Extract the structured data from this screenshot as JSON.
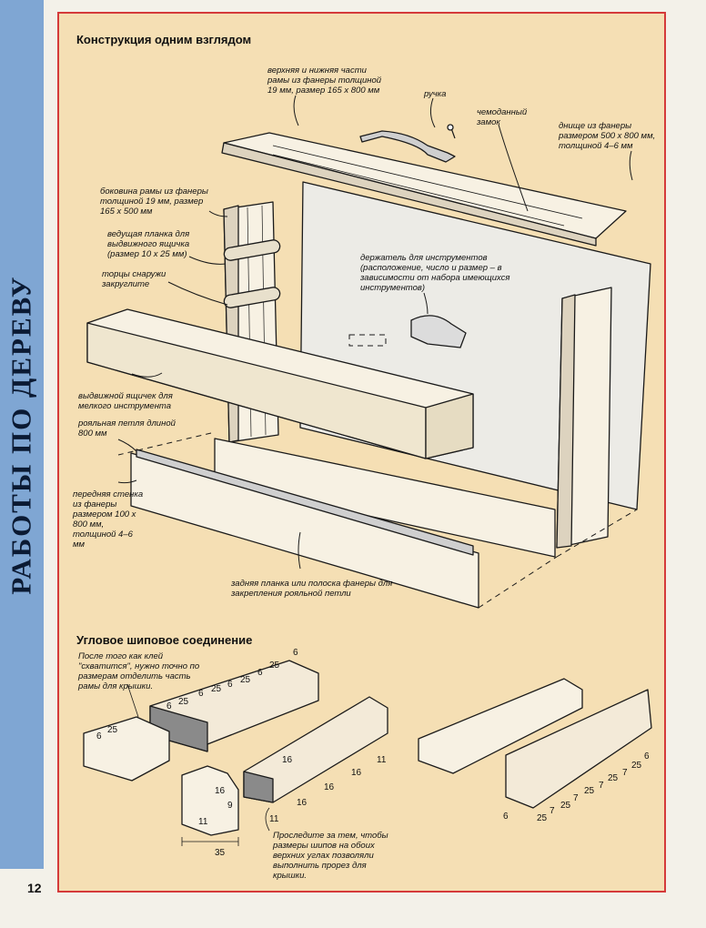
{
  "section_title": "РАБОТЫ ПО ДЕРЕВУ",
  "page_number": "12",
  "heading_main": "Конструкция одним взглядом",
  "heading_joint": "Угловое шиповое соединение",
  "labels": {
    "frame_top_bottom": "верхняя и нижняя части рамы из фанеры толщиной 19 мм, размер 165 х 800 мм",
    "handle": "ручка",
    "lock": "чемоданный замок",
    "bottom": "днище из фанеры размером 500 х 800 мм, толщиной 4–6 мм",
    "frame_side": "боковина рамы из фанеры толщиной 19 мм, размер 165 х 500 мм",
    "guide_strip": "ведущая планка для выдвижного ящичка (размер 10 х 25 мм)",
    "round_ends": "торцы снаружи закруглите",
    "tool_holder": "держатель для инструментов (расположение, число и размер – в зависимости от набора имеющихся инструментов)",
    "drawer": "выдвижной ящичек для мелкого инструмента",
    "piano_hinge": "рояльная петля длиной 800 мм",
    "front_wall": "передняя стенка из фанеры размером 100 х 800 мм, толщиной 4–6 мм",
    "back_strip": "задняя планка или полоска фанеры для закрепления рояльной петли",
    "joint_note_1": "После того как клей \"схватится\", нужно точно по размерам отделить часть рамы для крышки.",
    "joint_note_2": "Проследите за тем, чтобы размеры шипов на обоих верхних углах позволяли выполнить прорез для крышки."
  },
  "dimensions": {
    "d6": "6",
    "d25": "25",
    "d16": "16",
    "d11": "11",
    "d9": "9",
    "d7": "7",
    "d35": "35"
  }
}
